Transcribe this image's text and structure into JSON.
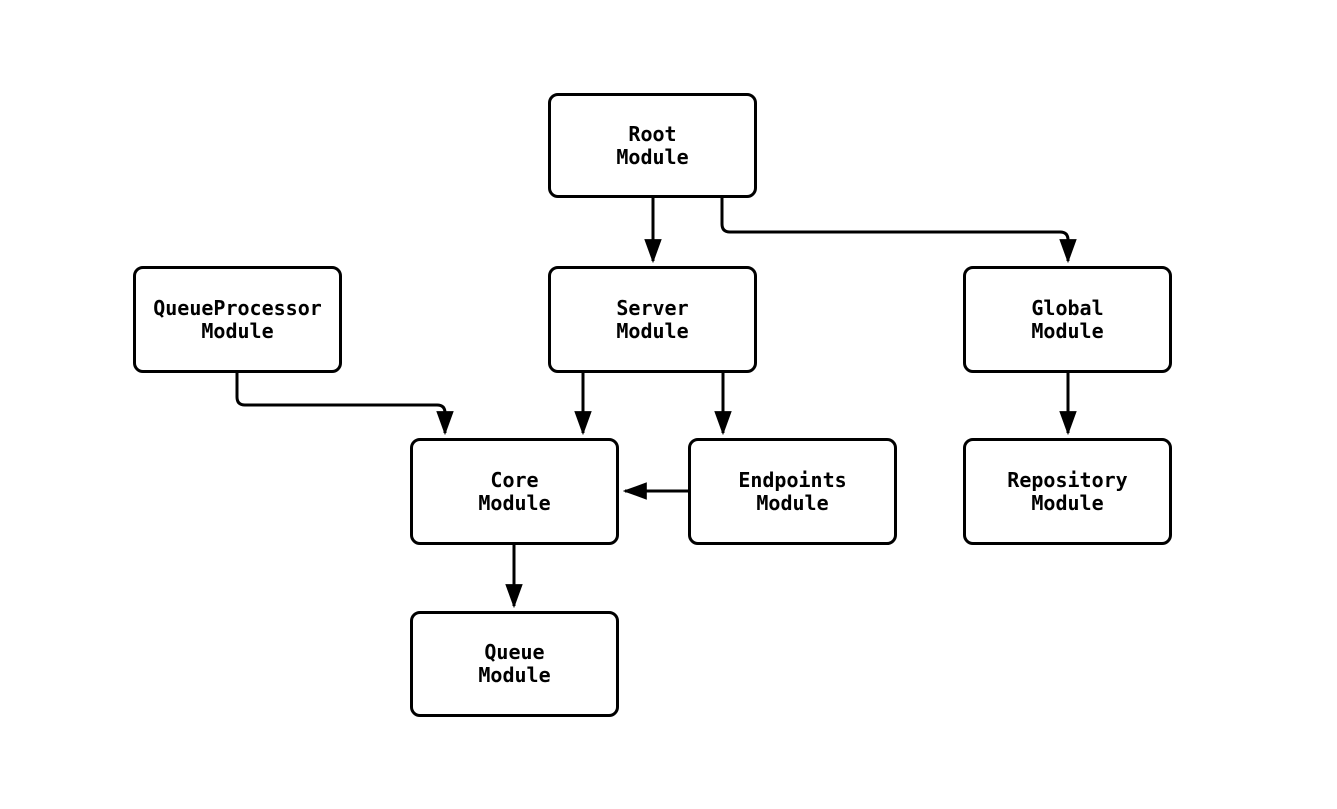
{
  "diagram": {
    "type": "flowchart",
    "direction": "top-down",
    "background": "#ffffff",
    "colors": {
      "node_border": "#000000",
      "node_fill": "#ffffff",
      "edge": "#000000",
      "text": "#000000"
    },
    "nodes": [
      {
        "id": "root",
        "label": "Root\nModule"
      },
      {
        "id": "queueProcessor",
        "label": "QueueProcessor\nModule"
      },
      {
        "id": "server",
        "label": "Server\nModule"
      },
      {
        "id": "global",
        "label": "Global\nModule"
      },
      {
        "id": "core",
        "label": "Core\nModule"
      },
      {
        "id": "endpoints",
        "label": "Endpoints\nModule"
      },
      {
        "id": "repository",
        "label": "Repository\nModule"
      },
      {
        "id": "queue",
        "label": "Queue\nModule"
      }
    ],
    "edges": [
      {
        "from": "Root Module",
        "to": "Server Module"
      },
      {
        "from": "Root Module",
        "to": "Global Module"
      },
      {
        "from": "QueueProcessor Module",
        "to": "Core Module"
      },
      {
        "from": "Server Module",
        "to": "Core Module"
      },
      {
        "from": "Server Module",
        "to": "Endpoints Module"
      },
      {
        "from": "Endpoints Module",
        "to": "Core Module"
      },
      {
        "from": "Global Module",
        "to": "Repository Module"
      },
      {
        "from": "Core Module",
        "to": "Queue Module"
      }
    ]
  }
}
